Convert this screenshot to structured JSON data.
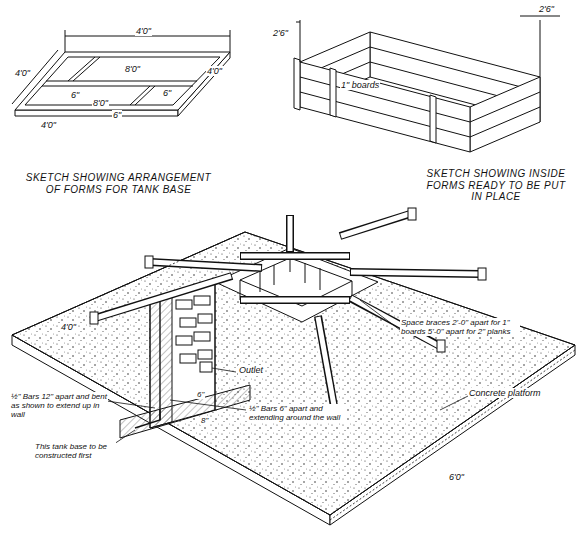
{
  "diagram": {
    "labels": [
      "4'0\"",
      "4'0\"",
      "4'0\"",
      "6\"",
      "8'0\"",
      "8'0\"",
      "6\"",
      "6\"",
      "4'0\"",
      "SKETCH SHOWING ARRANGEMENT OF FORMS FOR TANK BASE",
      "2'6\"",
      "1\" boards",
      "2'6\"",
      "SKETCH SHOWING INSIDE FORMS READY TO BE PUT IN PLACE",
      "4'0\"",
      "½\" Bars 12\" apart and bent as shown to extend up in wall",
      "This tank base to be constructed first",
      "Outlet",
      "6\"",
      "8\"",
      "½\" Bars 6\" apart and extending around the wall",
      "Space braces 2'-0\" apart for 1\" boards 5'-0\" apart for 2\" planks",
      "Concrete platform",
      "6'0\""
    ]
  }
}
